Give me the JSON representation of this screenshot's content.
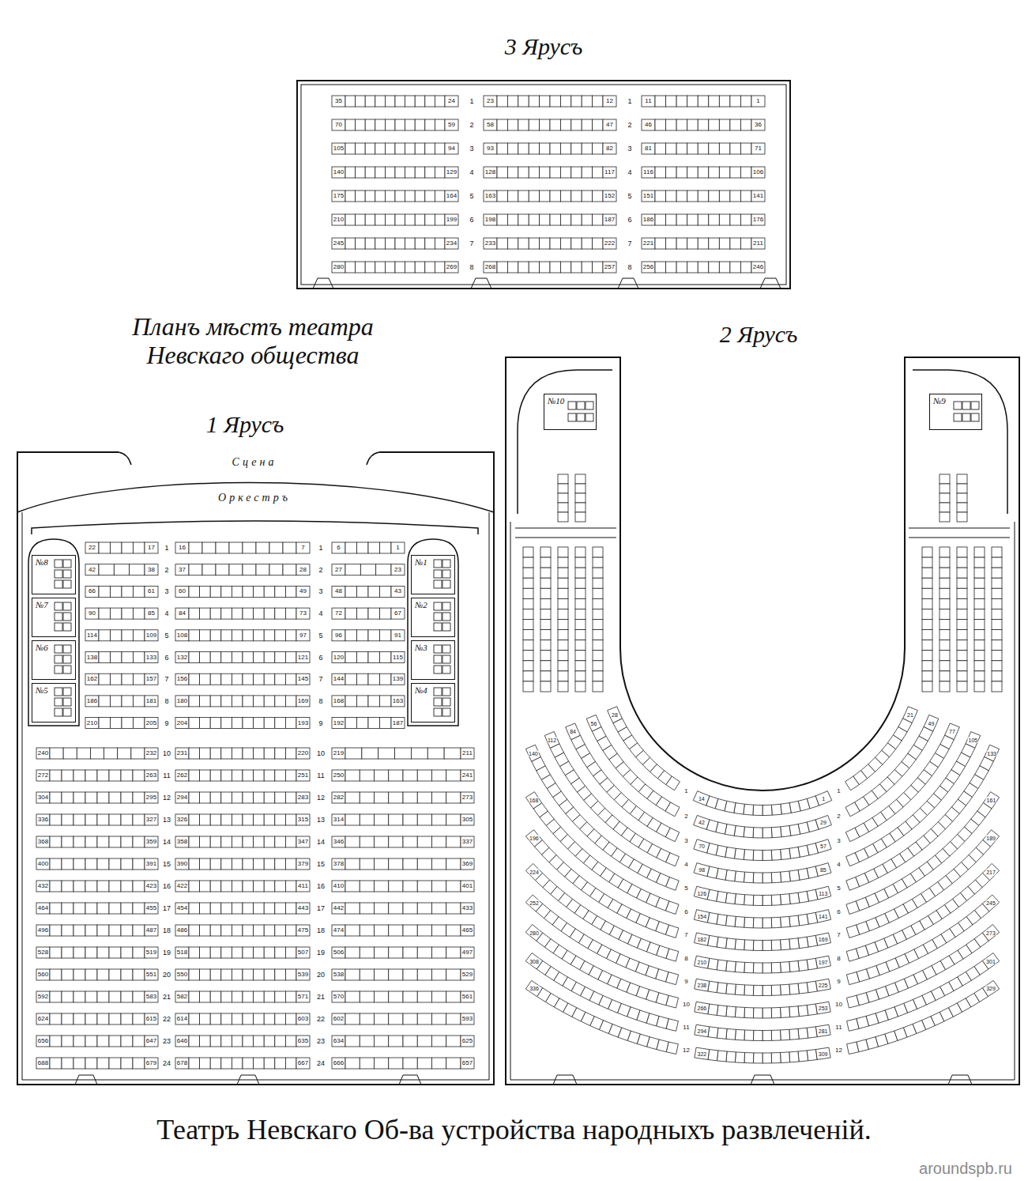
{
  "diagram": {
    "title": "Планъ мѣстъ театра Невскаго общества",
    "caption": "Театръ Невскаго Об-ва устройства народныхъ развлеченій.",
    "nodes": [
      {
        "text": [
          "3 Ярусъ"
        ]
      },
      {
        "text": [
          "1 Ярусъ"
        ]
      },
      {
        "text": [
          "№8"
        ],
        "in": 1
      },
      {
        "text": [
          "№7"
        ],
        "in": 1
      },
      {
        "text": [
          "№6"
        ],
        "in": 1
      },
      {
        "text": [
          "№5"
        ],
        "in": 1
      },
      {
        "text": [
          "№1"
        ],
        "in": 1
      },
      {
        "text": [
          "№2"
        ],
        "in": 1
      },
      {
        "text": [
          "№3"
        ],
        "in": 1
      },
      {
        "text": [
          "№4"
        ],
        "in": 1
      },
      {
        "text": [
          "2 Ярусъ"
        ]
      },
      {
        "text": [
          "№10"
        ],
        "in": 10
      },
      {
        "text": [
          "№9"
        ],
        "in": 10
      }
    ],
    "labels": [
      "35",
      "24",
      "1",
      "23",
      "12",
      "1",
      "11",
      "1",
      "70",
      "59",
      "2",
      "58",
      "47",
      "2",
      "46",
      "36",
      "105",
      "94",
      "3",
      "93",
      "82",
      "3",
      "81",
      "71",
      "140",
      "129",
      "4",
      "128",
      "117",
      "4",
      "116",
      "106",
      "175",
      "164",
      "5",
      "163",
      "152",
      "5",
      "151",
      "141",
      "210",
      "199",
      "6",
      "198",
      "187",
      "6",
      "186",
      "176",
      "245",
      "234",
      "7",
      "233",
      "222",
      "7",
      "221",
      "211",
      "280",
      "269",
      "8",
      "268",
      "257",
      "8",
      "256",
      "246",
      "Сцена",
      "Оркестръ",
      "22",
      "17",
      "1",
      "16",
      "7",
      "1",
      "6",
      "1",
      "42",
      "38",
      "2",
      "37",
      "28",
      "2",
      "27",
      "23",
      "66",
      "61",
      "3",
      "60",
      "49",
      "3",
      "48",
      "43",
      "90",
      "85",
      "4",
      "84",
      "73",
      "4",
      "72",
      "67",
      "114",
      "109",
      "5",
      "108",
      "97",
      "5",
      "96",
      "91",
      "138",
      "133",
      "6",
      "132",
      "121",
      "6",
      "120",
      "115",
      "162",
      "157",
      "7",
      "156",
      "145",
      "7",
      "144",
      "139",
      "186",
      "181",
      "8",
      "180",
      "169",
      "8",
      "168",
      "163",
      "210",
      "205",
      "9",
      "204",
      "193",
      "9",
      "192",
      "187",
      "240",
      "232",
      "10",
      "231",
      "220",
      "10",
      "219",
      "211",
      "272",
      "263",
      "11",
      "262",
      "251",
      "11",
      "250",
      "241",
      "304",
      "295",
      "12",
      "294",
      "283",
      "12",
      "282",
      "273",
      "336",
      "327",
      "13",
      "326",
      "315",
      "13",
      "314",
      "305",
      "368",
      "359",
      "14",
      "358",
      "347",
      "14",
      "346",
      "337",
      "400",
      "391",
      "15",
      "390",
      "379",
      "15",
      "378",
      "369",
      "432",
      "423",
      "16",
      "422",
      "411",
      "16",
      "410",
      "401",
      "464",
      "455",
      "17",
      "454",
      "443",
      "17",
      "442",
      "433",
      "496",
      "487",
      "18",
      "486",
      "475",
      "18",
      "474",
      "465",
      "528",
      "519",
      "19",
      "518",
      "507",
      "19",
      "506",
      "497",
      "560",
      "551",
      "20",
      "550",
      "539",
      "20",
      "538",
      "529",
      "592",
      "583",
      "21",
      "582",
      "571",
      "21",
      "570",
      "561",
      "624",
      "615",
      "22",
      "614",
      "603",
      "22",
      "602",
      "593",
      "656",
      "647",
      "23",
      "646",
      "635",
      "23",
      "634",
      "625",
      "688",
      "679",
      "24",
      "678",
      "667",
      "24",
      "666",
      "657",
      "28",
      "1",
      "14",
      "1",
      "1",
      "21",
      "56",
      "2",
      "42",
      "29",
      "2",
      "49",
      "84",
      "3",
      "70",
      "57",
      "3",
      "77",
      "112",
      "4",
      "98",
      "85",
      "4",
      "105",
      "140",
      "5",
      "126",
      "113",
      "5",
      "133",
      "168",
      "6",
      "154",
      "141",
      "6",
      "161",
      "196",
      "7",
      "182",
      "169",
      "7",
      "189",
      "224",
      "8",
      "210",
      "197",
      "8",
      "217",
      "252",
      "9",
      "238",
      "225",
      "9",
      "245",
      "280",
      "10",
      "266",
      "253",
      "10",
      "273",
      "308",
      "11",
      "294",
      "281",
      "11",
      "301",
      "336",
      "12",
      "322",
      "309",
      "12",
      "329",
      "aroundspb.ru"
    ]
  }
}
